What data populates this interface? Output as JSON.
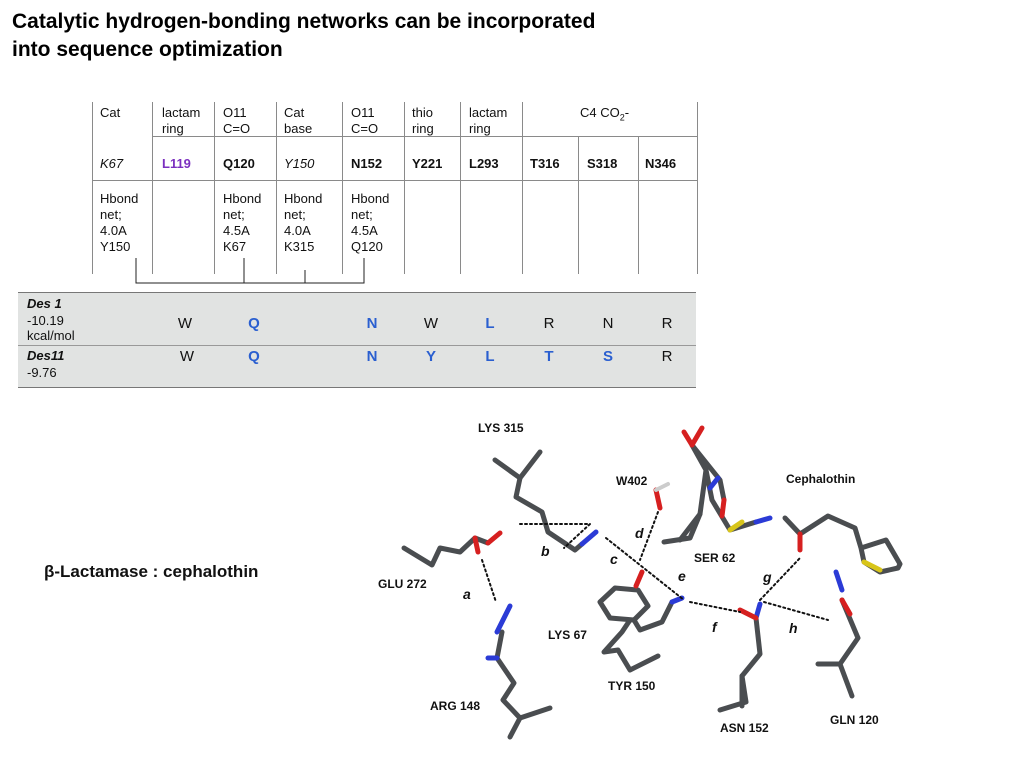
{
  "title": {
    "line1": "Catalytic hydrogen-bonding networks can be incorporated",
    "line2": "into sequence optimization"
  },
  "table": {
    "columns": [
      {
        "header": [
          "Cat"
        ],
        "residue": "K67",
        "residue_style": "italic",
        "note": [
          "Hbond",
          "net;",
          "4.0A",
          "Y150"
        ]
      },
      {
        "header": [
          "lactam",
          "ring"
        ],
        "residue": "L119",
        "residue_style": "purple",
        "note": []
      },
      {
        "header": [
          "O11",
          "C=O"
        ],
        "residue": "Q120",
        "residue_style": "bold",
        "note": [
          "Hbond",
          "net;",
          "4.5A",
          "K67"
        ]
      },
      {
        "header": [
          "Cat",
          "base"
        ],
        "residue": "Y150",
        "residue_style": "italic",
        "note": [
          "Hbond",
          "net;",
          "4.0A",
          "K315"
        ]
      },
      {
        "header": [
          "O11",
          "C=O"
        ],
        "residue": "N152",
        "residue_style": "bold",
        "note": [
          "Hbond",
          "net;",
          "4.5A",
          "Q120"
        ]
      },
      {
        "header": [
          "thio",
          "ring"
        ],
        "residue": "Y221",
        "residue_style": "bold",
        "note": []
      },
      {
        "header": [
          "lactam",
          "ring"
        ],
        "residue": "L293",
        "residue_style": "bold",
        "note": []
      },
      {
        "header": [],
        "residue": "T316",
        "residue_style": "bold",
        "note": []
      },
      {
        "header": [],
        "residue": "S318",
        "residue_style": "bold",
        "note": []
      },
      {
        "header": [],
        "residue": "N346",
        "residue_style": "bold",
        "note": []
      }
    ],
    "merged_header": "C4 CO",
    "merged_header_sub": "2",
    "merged_header_tail": "-"
  },
  "designs": [
    {
      "name": "Des 1",
      "energy": [
        "-10.19",
        "kcal/mol"
      ],
      "residues": [
        {
          "v": "W",
          "mut": false
        },
        {
          "v": "Q",
          "mut": true
        },
        {
          "v": "N",
          "mut": true
        },
        {
          "v": "W",
          "mut": false
        },
        {
          "v": "L",
          "mut": true
        },
        {
          "v": "R",
          "mut": false
        },
        {
          "v": "N",
          "mut": false
        },
        {
          "v": "R",
          "mut": false
        }
      ]
    },
    {
      "name": "Des11",
      "energy": [
        "-9.76"
      ],
      "residues": [
        {
          "v": "W",
          "mut": false
        },
        {
          "v": "Q",
          "mut": true
        },
        {
          "v": "N",
          "mut": true
        },
        {
          "v": "Y",
          "mut": true
        },
        {
          "v": "L",
          "mut": true
        },
        {
          "v": "T",
          "mut": true
        },
        {
          "v": "S",
          "mut": true
        },
        {
          "v": "R",
          "mut": false
        }
      ]
    }
  ],
  "caption": "β-Lactamase  : cephalothin",
  "structure": {
    "residue_labels": {
      "lys315": "LYS 315",
      "w402": "W402",
      "cephalothin": "Cephalothin",
      "glu272": "GLU 272",
      "ser62": "SER 62",
      "lys67": "LYS 67",
      "tyr150": "TYR 150",
      "arg148": "ARG 148",
      "asn152": "ASN 152",
      "gln120": "GLN 120"
    },
    "bond_letters": {
      "a": "a",
      "b": "b",
      "c": "c",
      "d": "d",
      "e": "e",
      "f": "f",
      "g": "g",
      "h": "h"
    },
    "colors": {
      "carbon": "#4a4d50",
      "nitrogen": "#2b3bd6",
      "oxygen": "#d62020",
      "sulfur": "#d8c51a",
      "hbond": "#111111"
    }
  },
  "colors": {
    "mutation": "#2a5fd0",
    "highlight": "#7b2fbf",
    "band": "#e1e3e2",
    "grid": "#8a8a8a"
  }
}
